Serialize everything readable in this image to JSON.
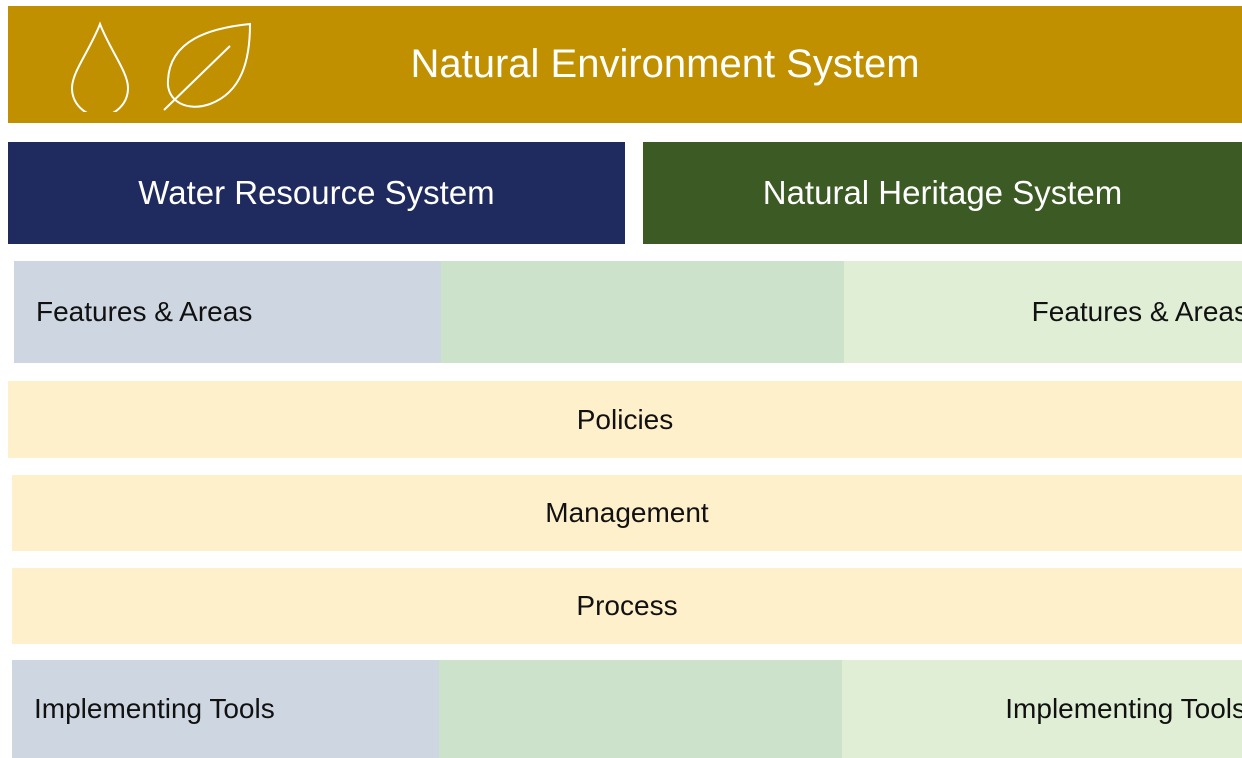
{
  "header": {
    "title": "Natural Environment System",
    "icons": [
      "water-drop-icon",
      "leaf-icon"
    ]
  },
  "systems": {
    "water": "Water Resource System",
    "heritage": "Natural Heritage System"
  },
  "features_row": {
    "left": "Features & Areas",
    "right": "Features & Areas"
  },
  "bands": {
    "policies": "Policies",
    "management": "Management",
    "process": "Process"
  },
  "tools_row": {
    "left": "Implementing Tools",
    "right": "Implementing Tools"
  },
  "colors": {
    "header": "#c09000",
    "water_system": "#1f2a5e",
    "heritage_system": "#3c5a24",
    "water_cell": "#ced6e1",
    "overlap_cell": "#cde2ca",
    "heritage_cell": "#e1eed6",
    "band": "#fff0cc"
  }
}
